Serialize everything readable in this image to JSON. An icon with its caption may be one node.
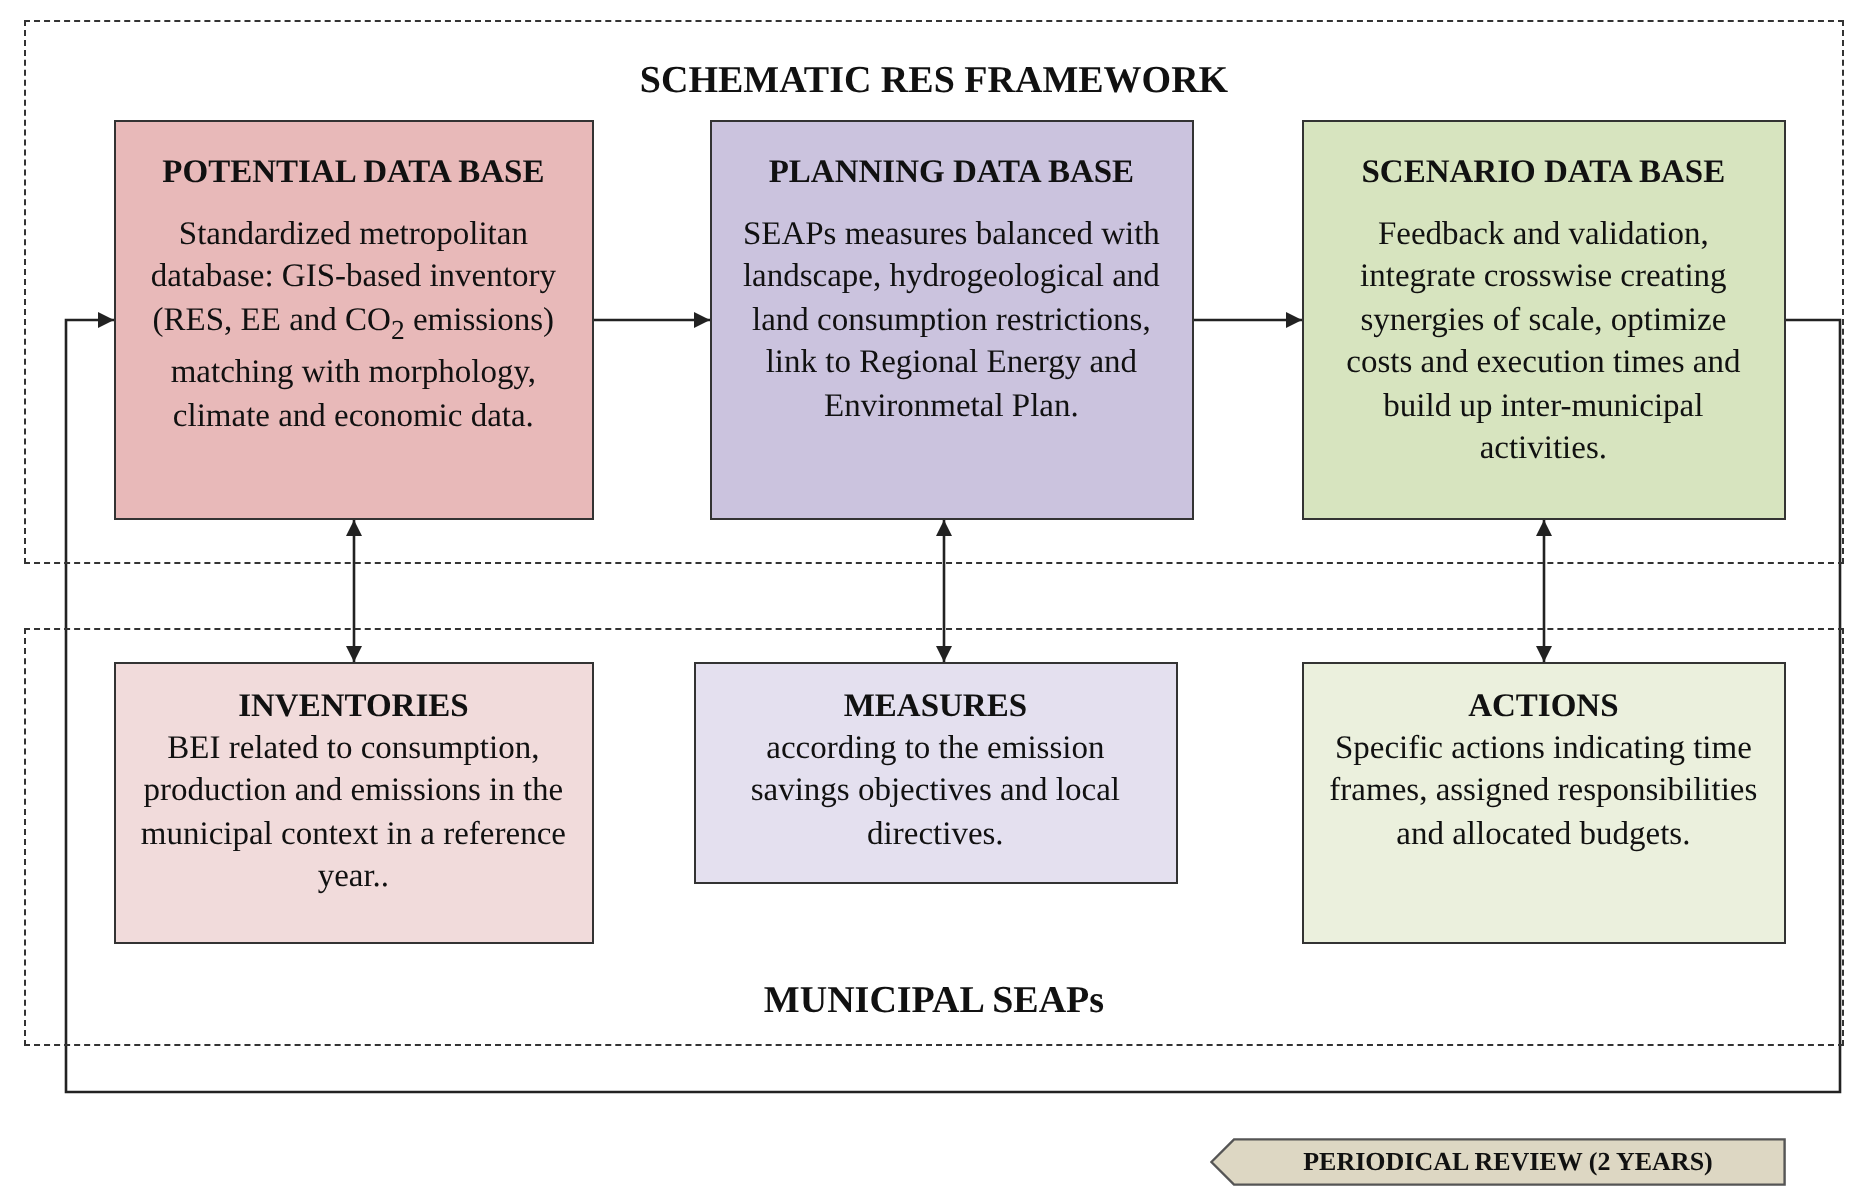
{
  "diagram": {
    "nodes": [
      {
        "text": [
          "SCHEMATIC RES FRAMEWORK"
        ]
      },
      {
        "text": [
          "POTENTIAL DATA BASE",
          "Standardized metropolitan database: GIS-based inventory (RES, EE and CO$_{2}$ emissions) matching with morphology, climate and economic data."
        ],
        "in": 0
      },
      {
        "text": [
          "PLANNING DATA BASE",
          "SEAPs measures balanced with landscape, hydrogeological and land consumption restrictions, link to Regional Energy and Environmetal Plan."
        ],
        "in": 0
      },
      {
        "text": [
          "SCENARIO DATA BASE",
          "Feedback and validation, integrate crosswise creating synergies of scale, optimize costs and execution times and build up inter-municipal activities."
        ],
        "in": 0
      },
      {
        "text": [
          "MUNICIPAL SEAPs"
        ]
      },
      {
        "text": [
          "INVENTORIES",
          "BEI related to consumption, production and emissions in the municipal context in a reference year.."
        ],
        "in": 4
      },
      {
        "text": [
          "MEASURES",
          "according to the emission savings objectives and local directives."
        ],
        "in": 4
      },
      {
        "text": [
          "ACTIONS",
          "Specific actions indicating time frames, assigned responsibilities and allocated budgets."
        ],
        "in": 4
      },
      {
        "text": [
          "PERIODICAL REVIEW (2 YEARS)"
        ]
      }
    ],
    "edges": [
      {
        "from": 1,
        "to": 2,
        "arrow": "to"
      },
      {
        "from": 2,
        "to": 3,
        "arrow": "to"
      },
      {
        "from": 3,
        "to": 1,
        "arrow": "to"
      },
      {
        "from": 1,
        "to": 5,
        "arrow": "both"
      },
      {
        "from": 2,
        "to": 6,
        "arrow": "both"
      },
      {
        "from": 3,
        "to": 7,
        "arrow": "both"
      }
    ]
  }
}
